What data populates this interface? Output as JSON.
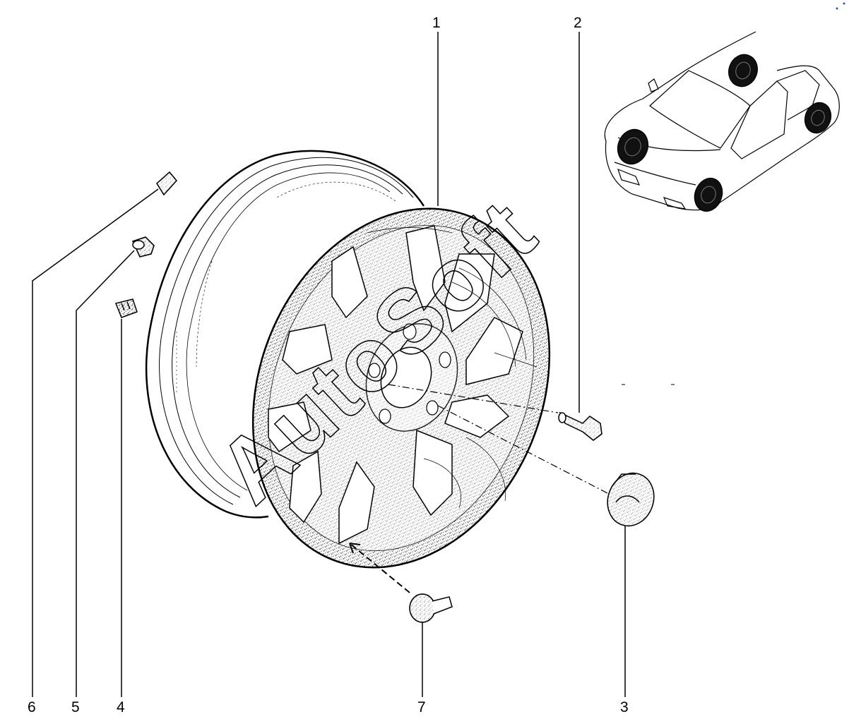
{
  "diagram": {
    "watermark": "AutoSoft",
    "callouts": {
      "c1": "1",
      "c2": "2",
      "c3": "3",
      "c4": "4",
      "c5": "5",
      "c6": "6",
      "c7": "7"
    },
    "colors": {
      "line": "#000000",
      "background": "#ffffff",
      "stipple": "#6a6a6a",
      "tire_dark": "#111111"
    }
  }
}
